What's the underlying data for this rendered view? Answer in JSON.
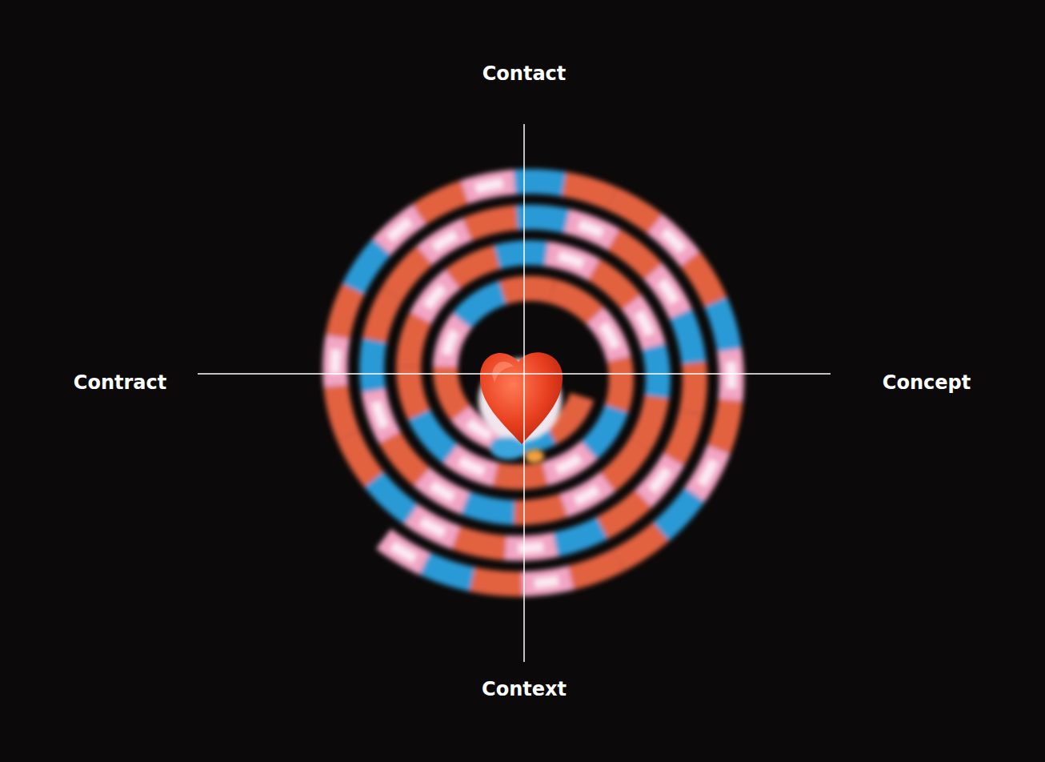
{
  "diagram": {
    "labels": [
      "Contact",
      "Contract",
      "Concept",
      "Context"
    ]
  }
}
